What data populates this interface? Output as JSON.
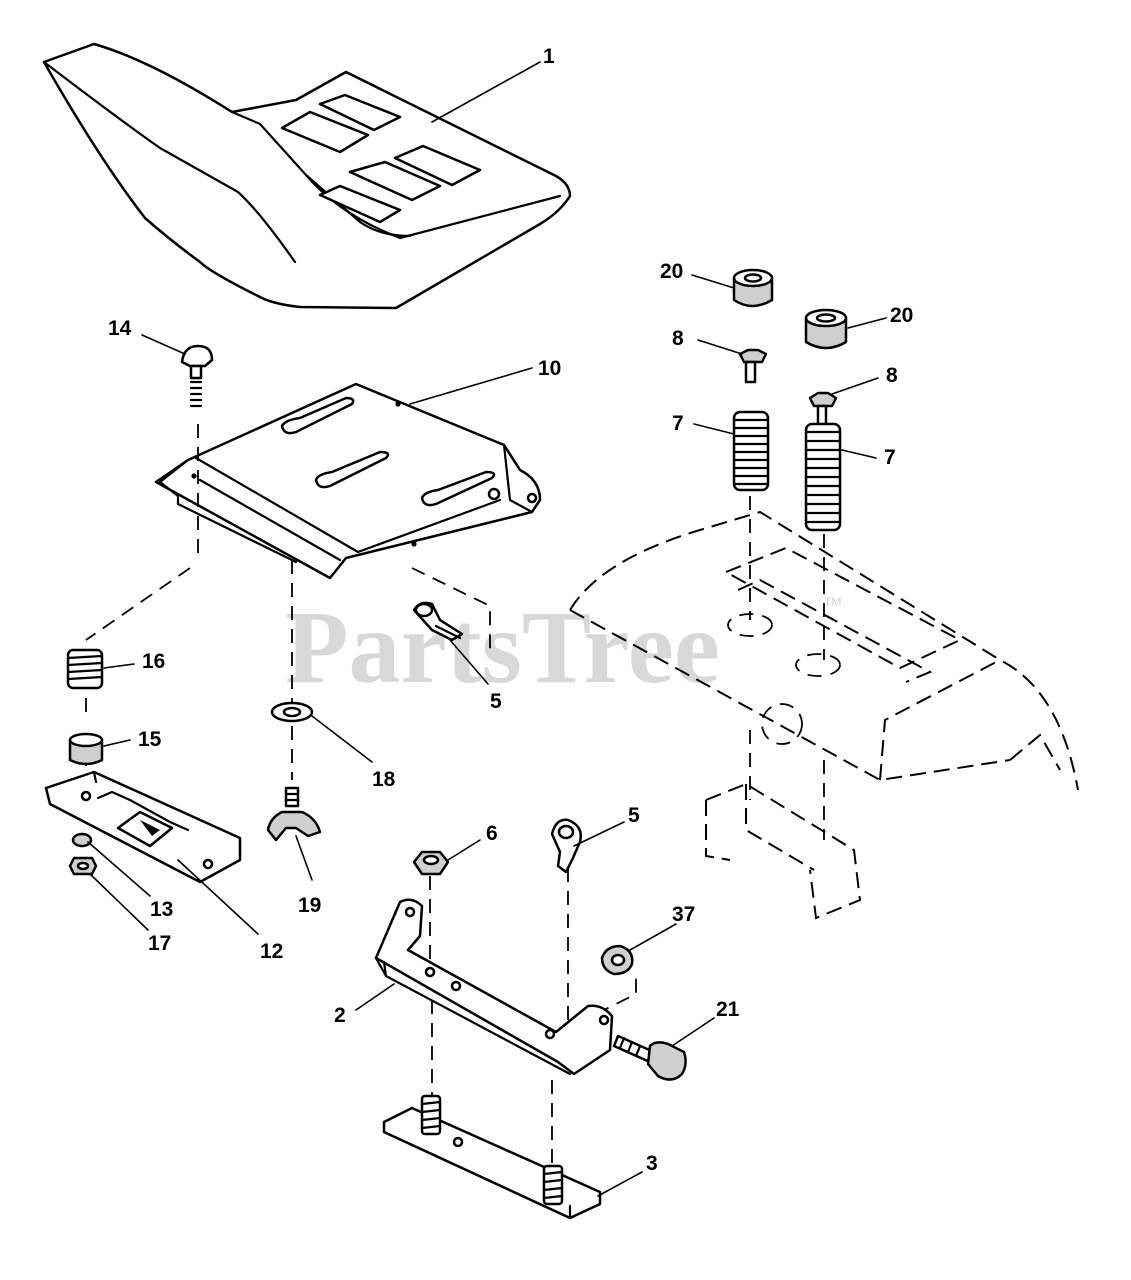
{
  "watermark": {
    "text": "PartsTree",
    "trademark": "TM"
  },
  "callouts": {
    "seat": "1",
    "seat_pan": "10",
    "carriage_bolt": "14",
    "spacer_left": "20",
    "spacer_right": "20",
    "bolt_left": "8",
    "bolt_right": "8",
    "spring_left": "7",
    "spring_right": "7",
    "spring_small": "16",
    "bushing": "15",
    "slide_plate": "12",
    "nut_13": "13",
    "nut_17": "17",
    "washer": "18",
    "knob": "19",
    "clip_upper": "5",
    "clip_lower": "5",
    "hex_nut": "6",
    "pivot_bracket": "2",
    "nut_37": "37",
    "shoulder_bolt": "21",
    "mount_plate": "3"
  }
}
